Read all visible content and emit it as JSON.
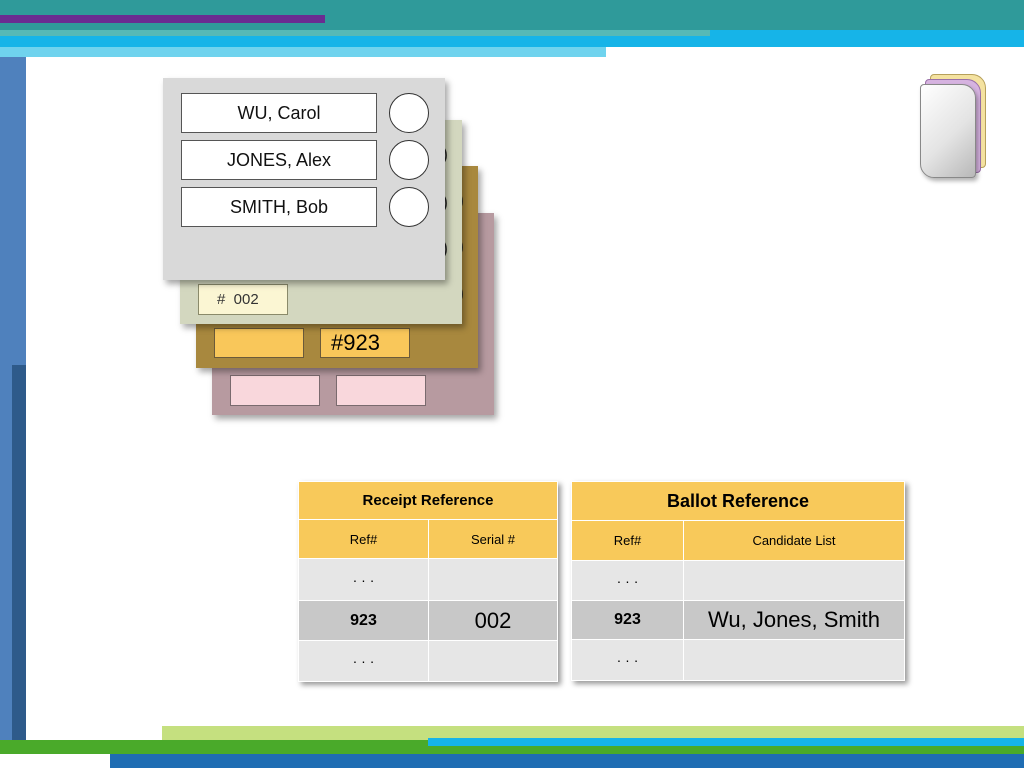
{
  "ballot": {
    "candidates": [
      "WU, Carol",
      "JONES, Alex",
      "SMITH, Bob"
    ],
    "serial_label": "#  002",
    "ref_label": "#923"
  },
  "receipt_table": {
    "title": "Receipt Reference",
    "headers": [
      "Ref#",
      "Serial #"
    ],
    "rows": [
      [
        "· · ·",
        ""
      ],
      [
        "923",
        "002"
      ],
      [
        "· · ·",
        ""
      ]
    ]
  },
  "ballot_table": {
    "title": "Ballot Reference",
    "headers": [
      "Ref#",
      "Candidate List"
    ],
    "rows": [
      [
        "· · ·",
        ""
      ],
      [
        "923",
        "Wu, Jones, Smith"
      ],
      [
        "· · ·",
        ""
      ]
    ]
  },
  "colors": {
    "purple": "#6a2c91",
    "teal": "#2f9a9a",
    "cyan": "#16b4e8",
    "light_cyan": "#6fd3ee",
    "blue_side": "#4f81bd",
    "dark_blue": "#2e5a8a",
    "green": "#4aaa2a",
    "light_green": "#c5e07f",
    "header_yellow": "#f8c95a"
  },
  "icons": {
    "top_right": "stacked-documents-icon"
  }
}
